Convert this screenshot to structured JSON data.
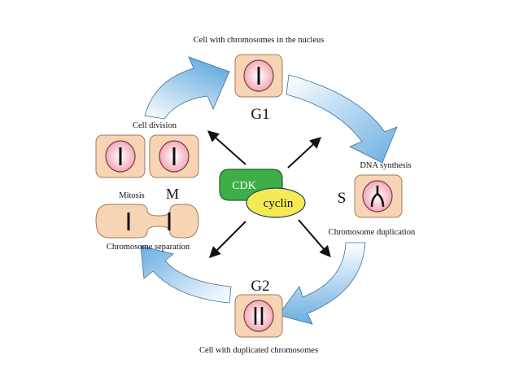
{
  "labels": {
    "top_caption": "Cell with chromosomes in the nucleus",
    "bottom_caption": "Cell with duplicated chromosomes",
    "cell_division": "Cell division",
    "dna_synthesis": "DNA synthesis",
    "chromosome_duplication": "Chromosome duplication",
    "mitosis": "Mitosis",
    "chromosome_separation": "Chromosome separation"
  },
  "phases": {
    "g1": "G1",
    "s": "S",
    "g2": "G2",
    "m": "M"
  },
  "complex": {
    "cdk": "CDK",
    "cyclin": "cyclin"
  },
  "colors": {
    "arrow_light": "#ffffff",
    "arrow_dark": "#6aaee0",
    "cell_fill": "#f7d5b4",
    "nucleus_fill": "#f7bfc8",
    "cdk_fill": "#3fae49",
    "cyclin_fill": "#f5ea54"
  }
}
